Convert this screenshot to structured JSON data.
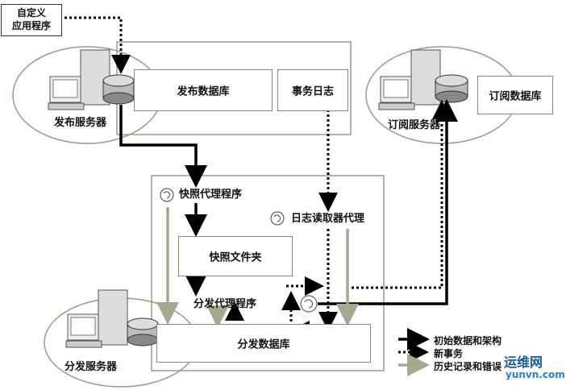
{
  "custom_app": "自定义\n应用程序",
  "publisher_server": "发布服务器",
  "publication_db": "发布数据库",
  "transaction_log": "事务日志",
  "subscriber_server": "订阅服务器",
  "subscription_db": "订阅数据库",
  "snapshot_agent": "快照代理程序",
  "log_reader_agent": "日志读取器代理",
  "snapshot_folder": "快照文件夹",
  "distribution_agent": "分发代理程序",
  "distribution_db": "分发数据库",
  "distributor_server": "分发服务器",
  "legend": {
    "initial": "初始数据和架构",
    "new_tx": "新事务",
    "history": "历史记录和错误"
  },
  "watermark": {
    "text": "运维网",
    "url": "yunvn.com"
  },
  "colors": {
    "solid": "#000000",
    "dotted": "#000000",
    "history": "#a8a890",
    "border": "#8a8a7a",
    "ellipse": "#9a9a8a"
  }
}
